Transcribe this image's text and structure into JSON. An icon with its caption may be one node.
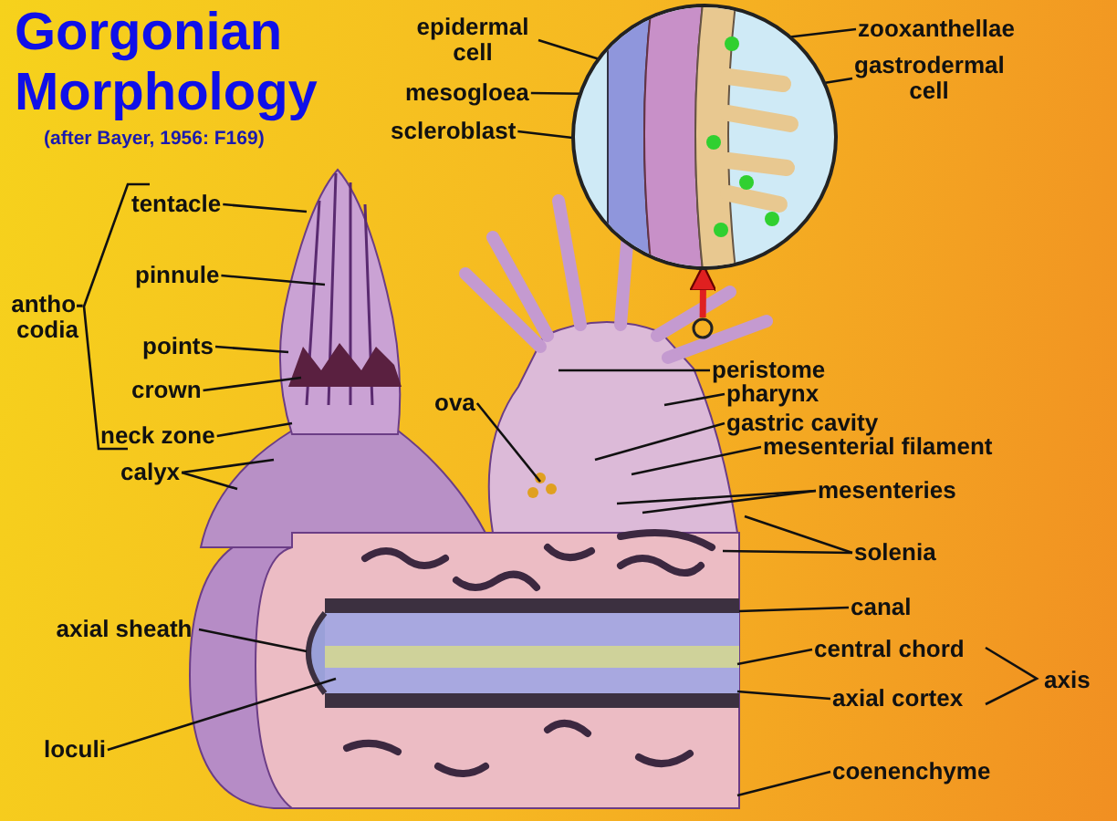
{
  "diagram": {
    "title": "Gorgonian Morphology",
    "nodes": [
      {
        "text": [
          "epidermal cell"
        ]
      },
      {
        "text": [
          "mesogloea"
        ]
      },
      {
        "text": [
          "scleroblast"
        ]
      },
      {
        "text": [
          "zooxanthellae"
        ]
      },
      {
        "text": [
          "gastrodermal cell"
        ]
      },
      {
        "text": [],
        "shape": "circle"
      },
      {
        "text": [],
        "shape": "circle"
      },
      {
        "text": [
          "tentacle"
        ]
      },
      {
        "text": [
          "pinnule"
        ]
      },
      {
        "text": [
          "points"
        ]
      },
      {
        "text": [
          "crown"
        ]
      },
      {
        "text": [
          "neck zone"
        ]
      },
      {
        "text": [
          "calyx"
        ]
      },
      {
        "text": [
          "ova"
        ]
      },
      {
        "text": [
          "peristome"
        ]
      },
      {
        "text": [
          "pharynx"
        ]
      },
      {
        "text": [
          "gastric cavity"
        ]
      },
      {
        "text": [
          "mesenterial filament"
        ]
      },
      {
        "text": [
          "mesenteries"
        ]
      },
      {
        "text": [
          "solenia"
        ]
      },
      {
        "text": [
          "canal"
        ]
      },
      {
        "text": [
          "axial sheath"
        ]
      },
      {
        "text": [
          "central chord"
        ]
      },
      {
        "text": [
          "axial cortex"
        ]
      },
      {
        "text": [
          "loculi"
        ]
      },
      {
        "text": [
          "coenenchyme"
        ]
      }
    ],
    "edges": [
      {
        "from": 0,
        "to": 5,
        "arrow": "none"
      },
      {
        "from": 1,
        "to": 5,
        "arrow": "none"
      },
      {
        "from": 2,
        "to": 5,
        "arrow": "none"
      },
      {
        "from": 3,
        "to": 5,
        "arrow": "none"
      },
      {
        "from": 4,
        "to": 5,
        "arrow": "none"
      },
      {
        "from": 6,
        "to": 5,
        "arrow": "to",
        "style": "thick",
        "color": "#e02020"
      },
      {
        "from": 7,
        "to": null,
        "arrow": "none"
      },
      {
        "from": 8,
        "to": null,
        "arrow": "none"
      },
      {
        "from": 9,
        "to": null,
        "arrow": "none"
      },
      {
        "from": 10,
        "to": null,
        "arrow": "none"
      },
      {
        "from": 11,
        "to": null,
        "arrow": "none"
      },
      {
        "from": 12,
        "to": null,
        "arrow": "none"
      },
      {
        "from": 12,
        "to": null,
        "arrow": "none"
      },
      {
        "from": 13,
        "to": null,
        "arrow": "none"
      },
      {
        "from": 14,
        "to": null,
        "arrow": "none"
      },
      {
        "from": 15,
        "to": null,
        "arrow": "none"
      },
      {
        "from": 16,
        "to": null,
        "arrow": "none"
      },
      {
        "from": 17,
        "to": null,
        "arrow": "none"
      },
      {
        "from": 18,
        "to": null,
        "arrow": "none"
      },
      {
        "from": 18,
        "to": null,
        "arrow": "none"
      },
      {
        "from": 19,
        "to": null,
        "arrow": "none"
      },
      {
        "from": 19,
        "to": null,
        "arrow": "none"
      },
      {
        "from": 20,
        "to": null,
        "arrow": "none"
      },
      {
        "from": 21,
        "to": null,
        "arrow": "none"
      },
      {
        "from": 22,
        "to": null,
        "arrow": "none"
      },
      {
        "from": 23,
        "to": null,
        "arrow": "none"
      },
      {
        "from": 24,
        "to": null,
        "arrow": "none"
      },
      {
        "from": 25,
        "to": null,
        "arrow": "none"
      }
    ],
    "labels": [
      "(after Bayer, 1956: F169)",
      "antho- codia",
      "axis"
    ]
  }
}
